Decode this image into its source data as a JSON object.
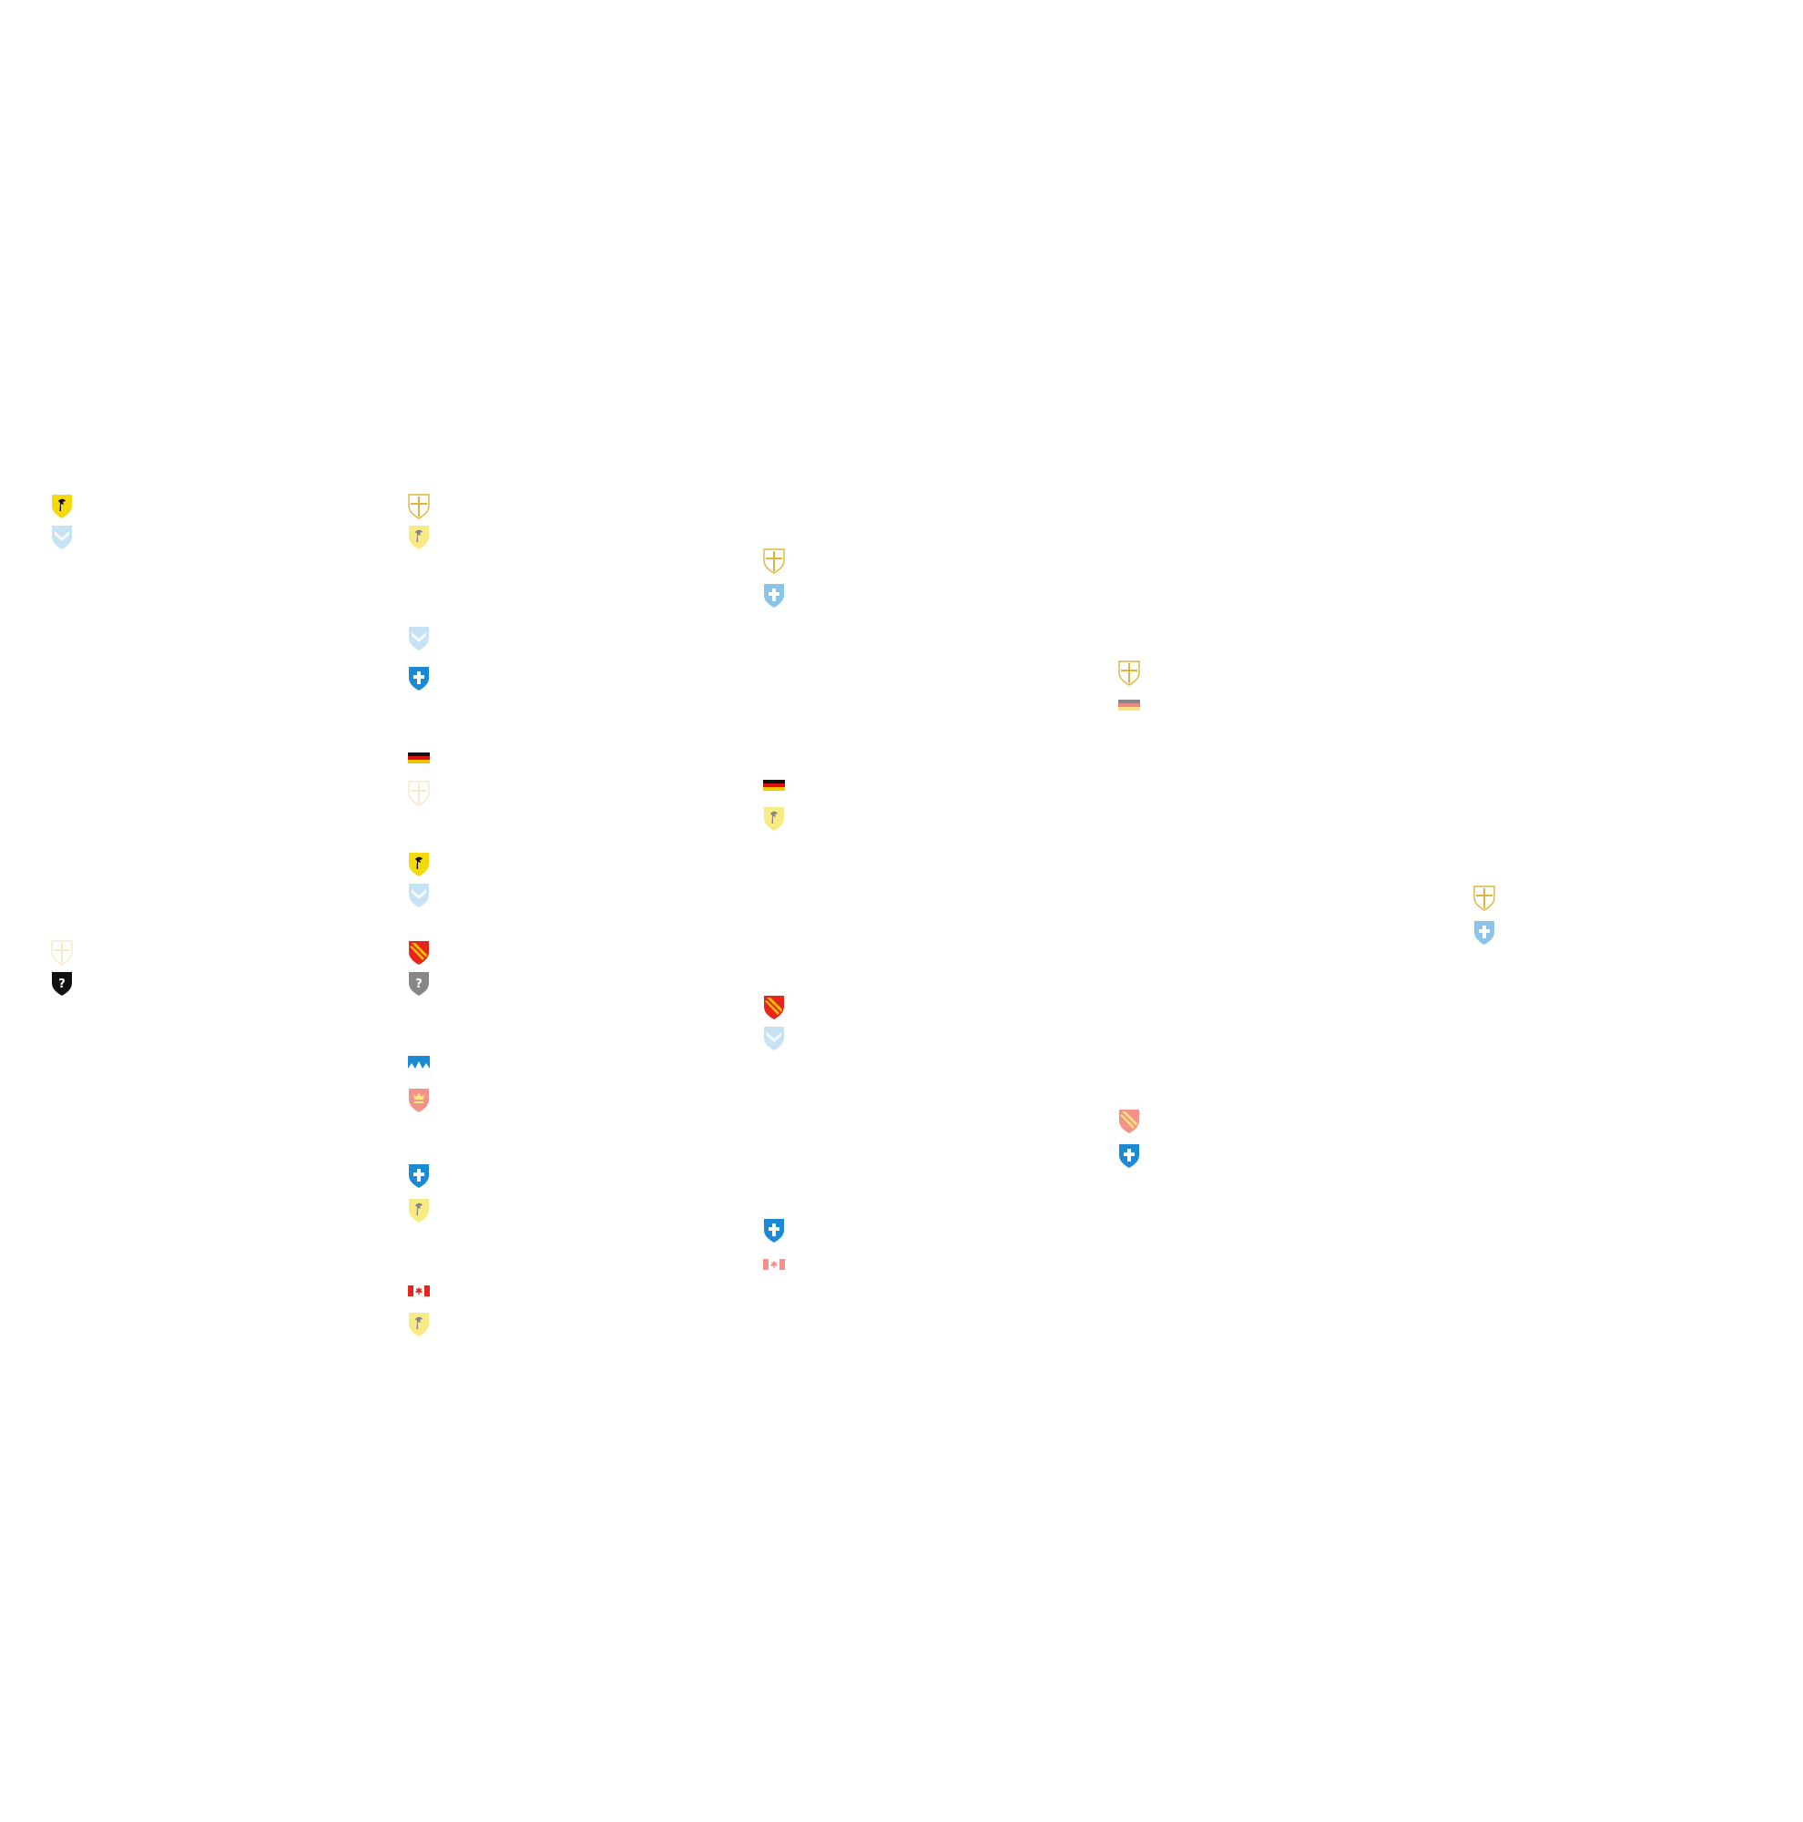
{
  "diagram": {
    "type": "tournament-bracket",
    "emblems": {
      "yellow-bird-shield": {
        "fill": "#f5d90a",
        "mark": "#111111"
      },
      "light-blue-chevron-shield": {
        "fill": "#8ec9e8",
        "mark": "#ffffff"
      },
      "gold-cross-shield": {
        "fill": "#ffffff",
        "mark": "#e0b43a"
      },
      "blue-cross-shield": {
        "fill": "#1a8ad4",
        "mark": "#ffffff"
      },
      "mountain-banner": {
        "fill": "#1a8ad4",
        "mark": "#ffffff"
      },
      "german-flag": {
        "colors": [
          "#111111",
          "#dd1111",
          "#f5c400"
        ]
      },
      "red-diagonal-shield": {
        "fill": "#f5c400",
        "mark": "#e8251a"
      },
      "mystery-shield": {
        "fill": "#111111",
        "mark": "?"
      },
      "crown-shield": {
        "fill": "#e8251a",
        "mark": "#f5d90a"
      },
      "canadian-flag": {
        "colors": [
          "#e8251a",
          "#ffffff"
        ]
      }
    },
    "rounds": [
      {
        "matches": [
          {
            "teams": [
              {
                "emblem": "yellow-bird-shield",
                "state": "full"
              },
              {
                "emblem": "light-blue-chevron-shield",
                "state": "faded"
              }
            ]
          },
          {
            "teams": [
              {
                "emblem": "gold-cross-shield",
                "state": "faint"
              },
              {
                "emblem": "mystery-shield",
                "state": "full"
              }
            ]
          }
        ]
      },
      {
        "matches": [
          {
            "teams": [
              {
                "emblem": "gold-cross-shield",
                "state": "full"
              },
              {
                "emblem": "yellow-bird-shield",
                "state": "faded"
              }
            ]
          },
          {
            "teams": [
              {
                "emblem": "light-blue-chevron-shield",
                "state": "faded"
              },
              {
                "emblem": "blue-cross-shield",
                "state": "full"
              }
            ]
          },
          {
            "teams": [
              {
                "emblem": "german-flag",
                "state": "full"
              },
              {
                "emblem": "gold-cross-shield",
                "state": "faint"
              }
            ]
          },
          {
            "teams": [
              {
                "emblem": "yellow-bird-shield",
                "state": "full"
              },
              {
                "emblem": "light-blue-chevron-shield",
                "state": "faded"
              }
            ]
          },
          {
            "teams": [
              {
                "emblem": "red-diagonal-shield",
                "state": "full"
              },
              {
                "emblem": "mystery-shield",
                "state": "faded"
              }
            ]
          },
          {
            "teams": [
              {
                "emblem": "mountain-banner",
                "state": "full"
              },
              {
                "emblem": "crown-shield",
                "state": "faded"
              }
            ]
          },
          {
            "teams": [
              {
                "emblem": "blue-cross-shield",
                "state": "full"
              },
              {
                "emblem": "yellow-bird-shield",
                "state": "faded"
              }
            ]
          },
          {
            "teams": [
              {
                "emblem": "canadian-flag",
                "state": "full"
              },
              {
                "emblem": "yellow-bird-shield",
                "state": "faded"
              }
            ]
          }
        ]
      },
      {
        "matches": [
          {
            "teams": [
              {
                "emblem": "gold-cross-shield",
                "state": "full"
              },
              {
                "emblem": "blue-cross-shield",
                "state": "faded"
              }
            ]
          },
          {
            "teams": [
              {
                "emblem": "german-flag",
                "state": "full"
              },
              {
                "emblem": "yellow-bird-shield",
                "state": "faded"
              }
            ]
          },
          {
            "teams": [
              {
                "emblem": "red-diagonal-shield",
                "state": "full"
              },
              {
                "emblem": "light-blue-chevron-shield",
                "state": "faded"
              }
            ]
          },
          {
            "teams": [
              {
                "emblem": "blue-cross-shield",
                "state": "full"
              },
              {
                "emblem": "canadian-flag",
                "state": "faded"
              }
            ]
          }
        ]
      },
      {
        "matches": [
          {
            "teams": [
              {
                "emblem": "gold-cross-shield",
                "state": "full"
              },
              {
                "emblem": "german-flag",
                "state": "faded"
              }
            ]
          },
          {
            "teams": [
              {
                "emblem": "red-diagonal-shield",
                "state": "faded"
              },
              {
                "emblem": "blue-cross-shield",
                "state": "full"
              }
            ]
          }
        ]
      },
      {
        "matches": [
          {
            "teams": [
              {
                "emblem": "gold-cross-shield",
                "state": "full"
              },
              {
                "emblem": "blue-cross-shield",
                "state": "faded"
              }
            ]
          }
        ]
      }
    ]
  }
}
